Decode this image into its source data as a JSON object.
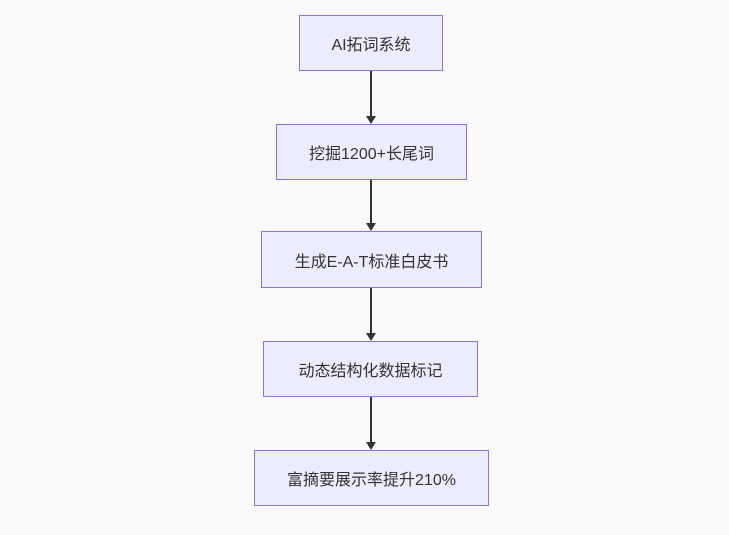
{
  "diagram": {
    "type": "flowchart",
    "direction": "top-down",
    "nodes": [
      {
        "id": "A",
        "label": "AI拓词系统"
      },
      {
        "id": "B",
        "label": "挖掘1200+长尾词"
      },
      {
        "id": "C",
        "label": "生成E-A-T标准白皮书"
      },
      {
        "id": "D",
        "label": "动态结构化数据标记"
      },
      {
        "id": "E",
        "label": "富摘要展示率提升210%"
      }
    ],
    "edges": [
      {
        "from": "A",
        "to": "B",
        "arrow": "down"
      },
      {
        "from": "B",
        "to": "C",
        "arrow": "down"
      },
      {
        "from": "C",
        "to": "D",
        "arrow": "down"
      },
      {
        "from": "D",
        "to": "E",
        "arrow": "down"
      }
    ],
    "colors": {
      "background": "#fafafa",
      "node_fill": "#ECECFF",
      "node_border": "#9370DB",
      "edge": "#333333",
      "text": "#333333"
    }
  }
}
